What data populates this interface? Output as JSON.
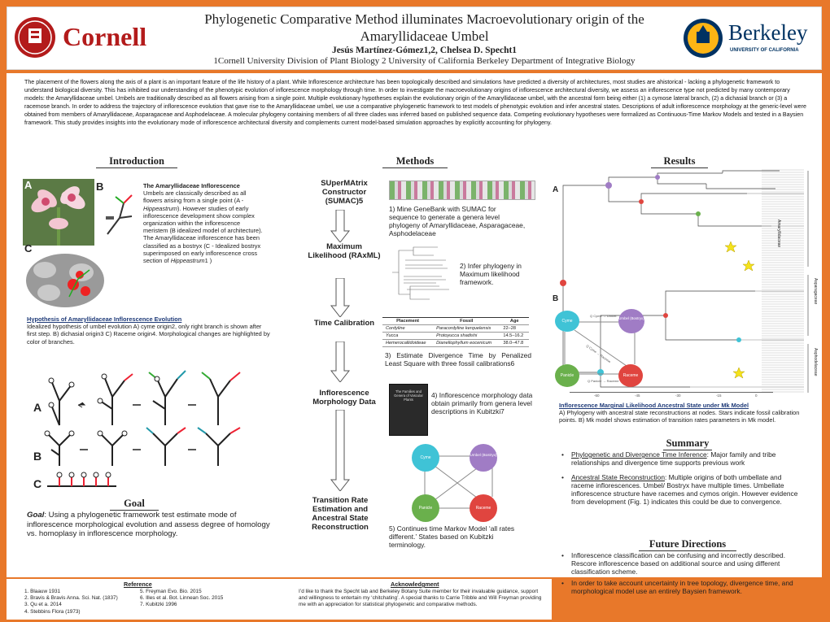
{
  "header": {
    "title_line1": "Phylogenetic Comparative Method illuminates Macroevolutionary origin of the",
    "title_line2": "Amaryllidaceae Umbel",
    "authors": "Jesús Martínez-Gómez1,2, Chelsea D. Specht1",
    "affiliations": "1Cornell University Division of Plant Biology 2 University of California Berkeley Department of Integrative Biology",
    "logo_left": "Cornell",
    "logo_right": "Berkeley",
    "logo_right_sub": "UNIVERSITY OF CALIFORNIA"
  },
  "abstract": "The placement of the flowers along the axis of a plant is an important feature of the life history of a plant. While Inflorescence architecture has been topologically described and simulations have predicted a diversity of architectures, most studies are ahistorical - lacking a phylogenetic framework to understand biological diversity. This has inhibited our understanding of the phenotypic evolution of inflorescence morphology through time. In order to investigate the macroevolutionary origins of inflorescence architectural diversity, we assess an inflorescence type not predicted by many contemporary models: the Amaryllidaceae umbel. Umbels are traditionally described as all flowers arising from a single point. Multiple evolutionary hypotheses explain the evolutionary origin of the Amaryllidaceae umbel, with the ancestral form being either (1) a cymose lateral branch, (2) a dichasial branch or (3) a racemose branch. In order to address the trajectory of inflorescence evolution that gave rise to the Amaryllidaceae umbel, we use a comparative phylogenetic framework to test models of phenotypic evolution and infer ancestral states. Descriptions of adult inflorescence morphology at the generic-level were obtained from members of Amaryllidaceae, Asparagaceae and Asphodelaceae. A molecular phylogeny containing members of all three clades was inferred based on published sequence data. Competing evolutionary hypotheses were formalized as Continuous-Time Markov Models and tested in a Baysien framework. This study provides insights into the evolutionary mode of inflorescence architectural diversity and complements current model-based simulation approaches by explicitly accounting for phylogeny.",
  "introduction": {
    "heading": "Introduction",
    "fig_letters": [
      "A",
      "B",
      "C"
    ],
    "box_title": "The Amaryllidaceae Inflorescence",
    "box_text1": "Umbels are classically described as all flowers arising from a single point (A - ",
    "box_text1_ital": "Hippeastrum",
    "box_text1_end": "). However studies of early inflorescence development show complex organization within the inflorescence meristem (B idealized model of architecture).",
    "box_text2": "The Amaryllidaceae inflorescence has been classified as a bostryx (C - Idealized bostryx superimposed on early inflorescence cross section of ",
    "box_text2_ital": "Hippeastrum",
    "box_text2_end": "1 )",
    "hyp_title": "Hypothesis of Amaryllidaceae Inflorescence Evolution",
    "hyp_text": "Idealized hypothesis of umbel evolution A) cyme origin2, only right branch is shown after first step. B) dichasial origin3 C) Raceme origin4. Morphological changes are highlighted by color of branches.",
    "tree_letters": [
      "A",
      "B",
      "C"
    ]
  },
  "goal": {
    "heading": "Goal",
    "label": "Goal",
    "text": ": Using a phylogenetic framework test estimate mode of inflorescence morphological evolution and assess degree of homology vs. homoplasy in inflorescence morphology."
  },
  "methods": {
    "heading": "Methods",
    "steps": [
      {
        "name": "SUperMAtrix Constructor (SUMAC)5",
        "desc": "1) Mine GeneBank with SUMAC for sequence to generate a genera level phylogeny of Amaryllidaceae, Asparagaceae, Asphodelaceae"
      },
      {
        "name": "Maximum Likelihood (RAxML)",
        "desc": "2) Infer phylogeny in Maximum likelihood framework."
      },
      {
        "name": "Time Calibration",
        "desc": "3) Estimate Divergence Time by Penalized Least Square with three fossil calibrations6"
      },
      {
        "name": "Inflorescence Morphology Data",
        "desc": "4) Inflorescence morphology data obtain primarily from genera level descriptions in Kubitzki7"
      },
      {
        "name": "Transition Rate Estimation and Ancestral State Reconstruction",
        "desc": "5) Continues time Markov Model ‘all rates different.’ States based on Kubitzki terminology."
      }
    ],
    "fossil_table": {
      "headers": [
        "Placement",
        "Fossil",
        "Age"
      ],
      "rows": [
        [
          "Cordyline",
          "Paracordyline kerquelensis",
          "22–28"
        ],
        [
          "Yucca",
          "Protoyucca shadishi",
          "14.5–16.2"
        ],
        [
          "Hemerocallidoideae",
          "Dianellophyllum eocenicum",
          "38.0–47.8"
        ]
      ]
    },
    "book_title": "The Families and Genera of Vascular Plants",
    "states": [
      "Cyme",
      "Umbel (Bostryx)",
      "Panicle",
      "Raceme"
    ]
  },
  "results": {
    "heading": "Results",
    "panel_labels": [
      "A",
      "B"
    ],
    "clades": [
      "Amaryllidaceae",
      "Asparagaceae",
      "Asphodelaceae"
    ],
    "time_ticks": [
      "-60",
      "-45",
      "-30",
      "-15",
      "0"
    ],
    "model_states": [
      "Cyme",
      "Umbel (Bostryx)",
      "Panicle",
      "Raceme"
    ],
    "model_labels": [
      "Q Cyme → Umbel",
      "Q Cyme → Raceme",
      "Q Panicle → Raceme"
    ],
    "fig_title": "Inflorescence Marginal Likelihood Ancestral State under Mk Model",
    "fig_caption": "A) Phylogeny with ancestral state reconstructions at nodes. Stars indicate fossil calibration points. B) Mk model shows estimation of transition rates parameters in Mk model."
  },
  "summary": {
    "heading": "Summary",
    "items": [
      {
        "ul": "Phylogenetic and Divergence Time Inference",
        "rest": ": Major family and tribe relationships and divergence time supports previous work"
      },
      {
        "ul": "Ancestral State Reconstruction",
        "rest": ": Multiple origins of both umbellate and raceme inflorescences. Umbel/ Bostryx have multiple times. Umbellate inflorescence structure have racemes and cymos origin. However evidence from development (Fig. 1) indicates this could be due to convergence."
      }
    ]
  },
  "future": {
    "heading": "Future Directions",
    "items": [
      "Inflorescence classification can be confusing and incorrectly described. Rescore inflorescence based on additional source and using different classification scheme.",
      "In order to take account uncertainty in tree topology, divergence time, and morphological model use an entirely Baysien framework."
    ]
  },
  "references": {
    "heading": "Reference",
    "items": [
      "1.  Blaauw 1931",
      "2.  Bravis & Bravis Anna. Sci. Nat. (1837)",
      "3.  Qu et a. 2014",
      "4.  Stebbins Flora (1973)",
      "5. Freyman Evo. Bio. 2015",
      "6. Illes et al. Bot. Linnean Soc. 2015",
      "7. Kubitzki 1996"
    ]
  },
  "acknowledgment": {
    "heading": "Acknowledgment",
    "text": "I’d like to thank the Specht lab and Berkeley Botany Suite member for their invaluable guidance, support and willingness to entertain my ‘chitchating’. A special thanks to Carrie Tribble and Will Freyman providing me with an appreciation for statistical phylogenetic and comparative methods."
  },
  "colors": {
    "background": "#e8782a",
    "cornell_red": "#b31b1b",
    "berkeley_blue": "#003262",
    "berkeley_gold": "#fdb515",
    "cyme": "#3fc3d6",
    "umbel": "#a07cc5",
    "panicle": "#6ab04c",
    "raceme": "#e0453f"
  }
}
